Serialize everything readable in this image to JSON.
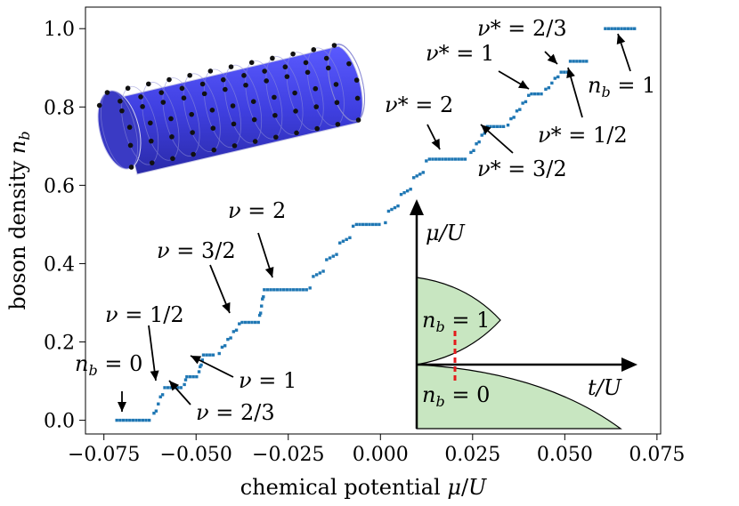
{
  "chart_data": {
    "type": "scatter",
    "xlabel": "chemical potential μ/U",
    "ylabel": "boson density n_b",
    "xlim": [
      -0.08,
      0.076
    ],
    "ylim": [
      -0.035,
      1.055
    ],
    "xticks": [
      "−0.075",
      "−0.050",
      "−0.025",
      "0.000",
      "0.025",
      "0.050",
      "0.075"
    ],
    "xtick_values": [
      -0.075,
      -0.05,
      -0.025,
      0.0,
      0.025,
      0.05,
      0.075
    ],
    "yticks": [
      "0.0",
      "0.2",
      "0.4",
      "0.6",
      "0.8",
      "1.0"
    ],
    "ytick_values": [
      0.0,
      0.2,
      0.4,
      0.6,
      0.8,
      1.0
    ],
    "marker_color": "#1f77b4",
    "plateaus": [
      {
        "n": 0.0,
        "x0": -0.0715,
        "x1": -0.062
      },
      {
        "n": 0.0833,
        "x0": -0.0585,
        "x1": -0.0535
      },
      {
        "n": 0.1111,
        "x0": -0.0525,
        "x1": -0.0495
      },
      {
        "n": 0.1667,
        "x0": -0.048,
        "x1": -0.0445
      },
      {
        "n": 0.25,
        "x0": -0.0375,
        "x1": -0.033
      },
      {
        "n": 0.3333,
        "x0": -0.0315,
        "x1": -0.02
      },
      {
        "n": 0.5,
        "x0": -0.0065,
        "x1": 0.0005
      },
      {
        "n": 0.6667,
        "x0": 0.0133,
        "x1": 0.0238
      },
      {
        "n": 0.75,
        "x0": 0.029,
        "x1": 0.0338
      },
      {
        "n": 0.8333,
        "x0": 0.041,
        "x1": 0.044
      },
      {
        "n": 0.8889,
        "x0": 0.049,
        "x1": 0.051
      },
      {
        "n": 0.9167,
        "x0": 0.0515,
        "x1": 0.0565
      },
      {
        "n": 1.0,
        "x0": 0.061,
        "x1": 0.069
      }
    ],
    "ramps": [
      {
        "x0": -0.062,
        "y0": 0.0,
        "x1": -0.0585,
        "y1": 0.0833,
        "n": 5
      },
      {
        "x0": -0.0535,
        "y0": 0.0833,
        "x1": -0.0525,
        "y1": 0.1111,
        "n": 2
      },
      {
        "x0": -0.0495,
        "y0": 0.1111,
        "x1": -0.048,
        "y1": 0.1667,
        "n": 4
      },
      {
        "x0": -0.0445,
        "y0": 0.1667,
        "x1": -0.0375,
        "y1": 0.25,
        "n": 8
      },
      {
        "x0": -0.033,
        "y0": 0.25,
        "x1": -0.0315,
        "y1": 0.3333,
        "n": 5
      },
      {
        "x0": -0.02,
        "y0": 0.3333,
        "x1": -0.0065,
        "y1": 0.5,
        "n": 14
      },
      {
        "x0": 0.0005,
        "y0": 0.5,
        "x1": 0.0133,
        "y1": 0.6667,
        "n": 14
      },
      {
        "x0": 0.0238,
        "y0": 0.6667,
        "x1": 0.029,
        "y1": 0.75,
        "n": 6
      },
      {
        "x0": 0.0338,
        "y0": 0.75,
        "x1": 0.041,
        "y1": 0.8333,
        "n": 8
      },
      {
        "x0": 0.044,
        "y0": 0.8333,
        "x1": 0.049,
        "y1": 0.8889,
        "n": 5
      },
      {
        "x0": 0.0565,
        "y0": 0.9167,
        "x1": 0.061,
        "y1": 1.0,
        "n": 0
      }
    ],
    "annotations": [
      {
        "label": "n_b = 0"
      },
      {
        "label": "ν = 1/2"
      },
      {
        "label": "ν = 2/3"
      },
      {
        "label": "ν = 1"
      },
      {
        "label": "ν = 3/2"
      },
      {
        "label": "ν = 2"
      },
      {
        "label": "ν* = 2"
      },
      {
        "label": "ν* = 1"
      },
      {
        "label": "ν* = 2/3"
      },
      {
        "label": "ν* = 3/2"
      },
      {
        "label": "ν* = 1/2"
      },
      {
        "label": "n_b = 1"
      }
    ],
    "inset_phase_diagram": {
      "x_axis_label": "t/U",
      "y_axis_label": "μ/U",
      "regions": [
        "n_b = 1",
        "n_b = 0"
      ],
      "region_color": "#c8e6c1",
      "cut_color": "#e41a1c"
    },
    "inset_image": "cylinder-lattice"
  }
}
